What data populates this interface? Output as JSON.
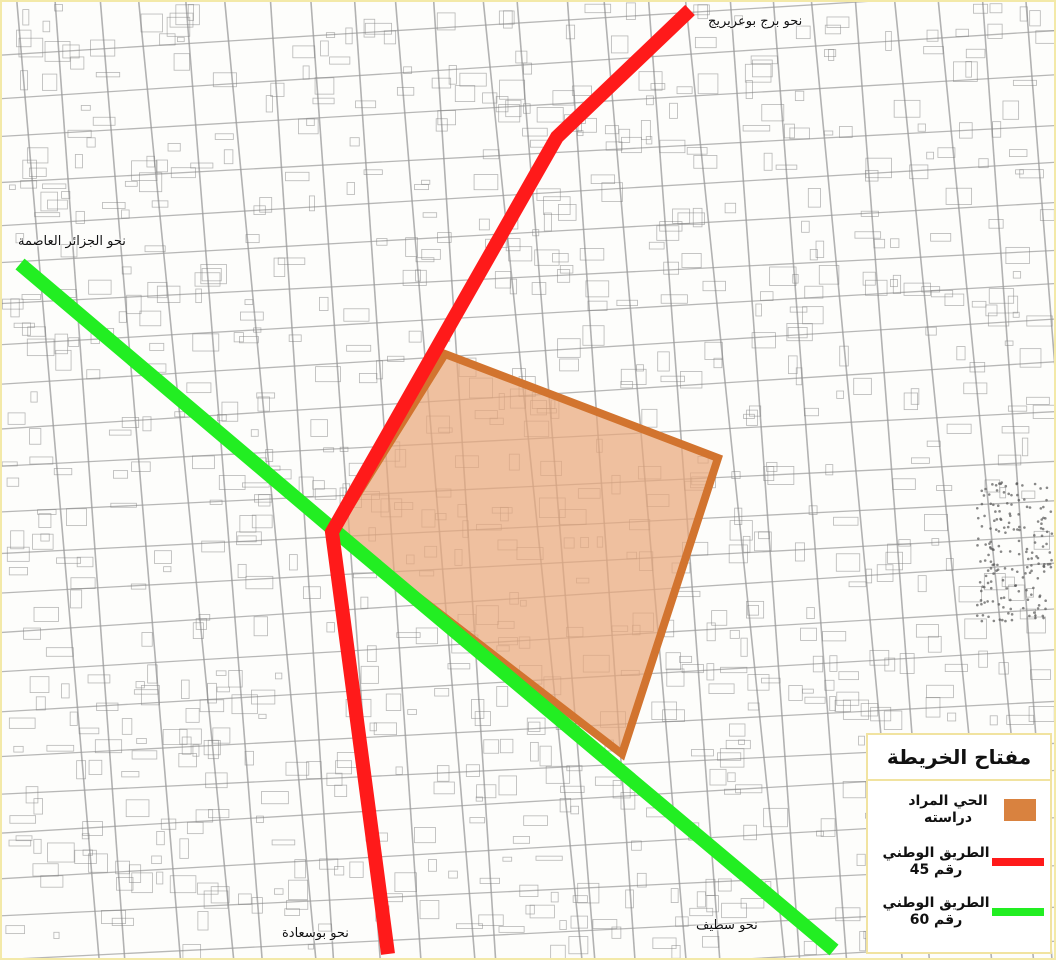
{
  "map": {
    "colors": {
      "red_road": "#ff1a1a",
      "green_road": "#22ee22",
      "study_area_fill": "#e9a87c",
      "study_area_border": "#d2742f",
      "street_lines": "#9a9a9a",
      "background": "#fdfdfb"
    },
    "labels": {
      "north": "نحو برج بوعريريج",
      "west": "نحو الجزائر العاصمة",
      "south": "نحو بوسعادة",
      "east": "نحو سطيف"
    }
  },
  "legend": {
    "title": "مفتاح الخريطة",
    "items": [
      {
        "symbol": "box",
        "color": "#d9823f",
        "label_line1": "الحي المراد",
        "label_line2": "دراسته"
      },
      {
        "symbol": "line",
        "color": "#ff1a1a",
        "label_line1": "الطريق الوطني",
        "label_line2": "رقم 45"
      },
      {
        "symbol": "line",
        "color": "#22ee22",
        "label_line1": "الطريق الوطني",
        "label_line2": "رقم 60"
      }
    ]
  }
}
